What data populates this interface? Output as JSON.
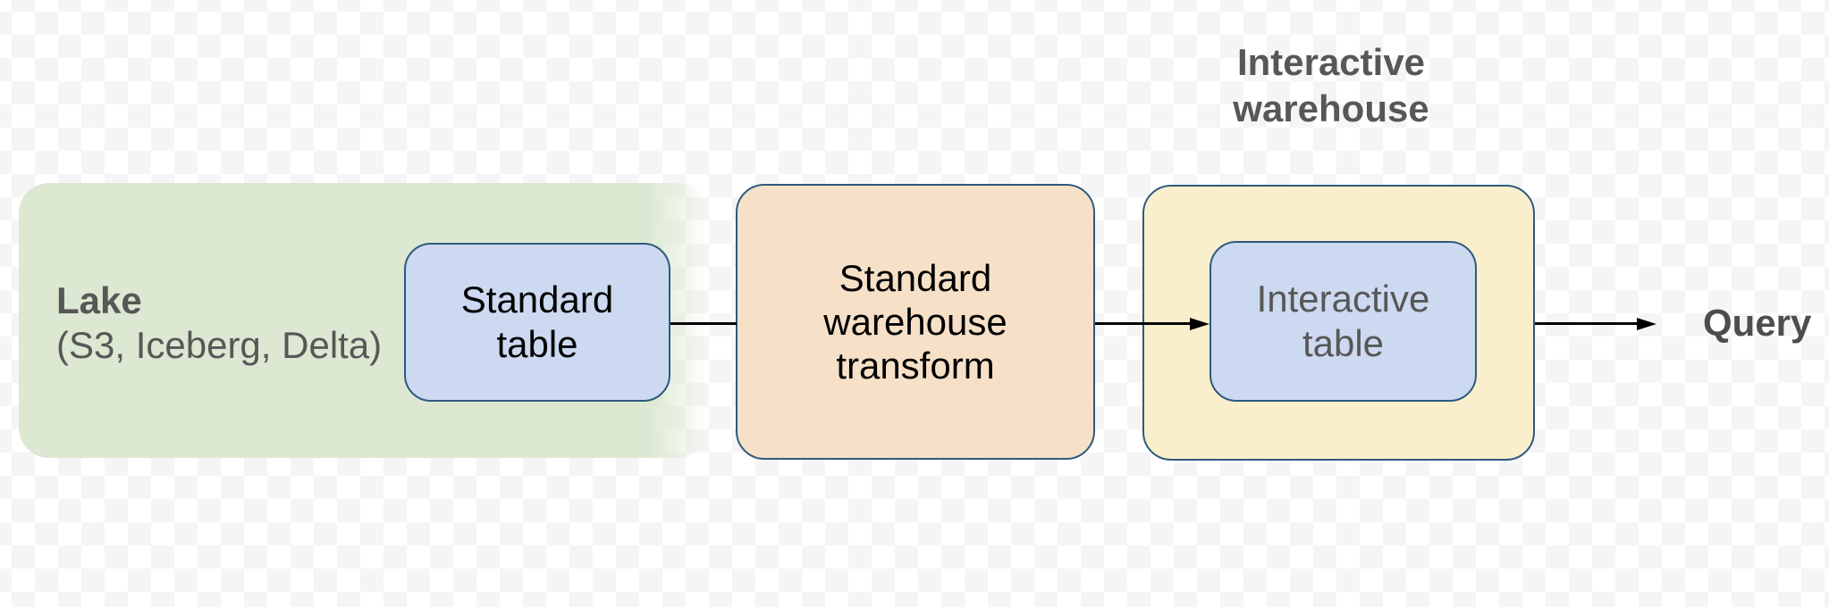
{
  "palette": {
    "stroke": "#2e5a7e",
    "lake_fill": "#dce8d2",
    "table_fill": "#ccd9f0",
    "transform_fill": "#f6e1c8",
    "warehouse_fill": "#f9efcc",
    "connector": "#000000",
    "text_dark": "#000000",
    "text_gray": "#575757",
    "checker_light": "#ffffff",
    "checker_gray": "#f5f5f5"
  },
  "diagram": {
    "lake": {
      "title": "Lake",
      "subtitle": "(S3, Iceberg, Delta)"
    },
    "standard_table": "Standard\ntable",
    "warehouse_transform": "Standard\nwarehouse\ntransform",
    "interactive_warehouse_label": "Interactive\nwarehouse",
    "interactive_table": "Interactive\ntable",
    "query": "Query"
  }
}
